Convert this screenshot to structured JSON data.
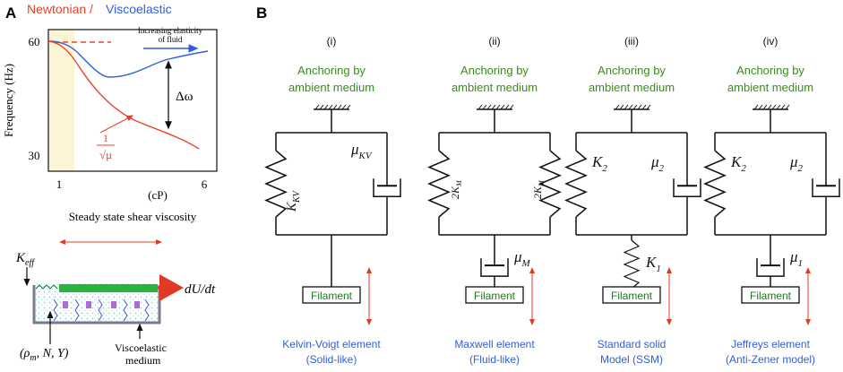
{
  "panel_a": {
    "letter": "A",
    "legend": {
      "newtonian": "Newtonian /",
      "viscoelastic": "Viscoelastic"
    },
    "plot": {
      "y_label": "Frequency (Hz)",
      "y_ticks": [
        "60",
        "30"
      ],
      "x_ticks": [
        "1",
        "6"
      ],
      "x_unit": "(cP)",
      "x_label": "Steady state shear viscosity",
      "arrow_note_line1": "Increasing elasticity",
      "arrow_note_line2": "of fluid",
      "delta_label": "Δω",
      "inv_sqrt_num": "1",
      "inv_sqrt_den": "√μ"
    },
    "schematic": {
      "k_label": "K",
      "k_sub": "eff",
      "du_label": "dU/dt",
      "params_label": "(ρ",
      "params_sub": "m",
      "params_rest": ", N, Y)",
      "medium_line1": "Viscoelastic",
      "medium_line2": "medium"
    }
  },
  "panel_b": {
    "letter": "B",
    "models": [
      {
        "roman": "(i)",
        "anchor_line1": "Anchoring by",
        "anchor_line2": "ambient medium",
        "spring_label": "K",
        "spring_sub": "KV",
        "dashpot_label": "μ",
        "dashpot_sub": "KV",
        "filament": "Filament",
        "name_line1": "Kelvin-Voigt element",
        "name_line2": "(Solid-like)"
      },
      {
        "roman": "(ii)",
        "anchor_line1": "Anchoring by",
        "anchor_line2": "ambient medium",
        "spring_left_label": "2K",
        "spring_left_sub": "M",
        "spring_right_label": "2K",
        "spring_right_sub": "M",
        "dashpot_label": "μ",
        "dashpot_sub": "M",
        "filament": "Filament",
        "name_line1": "Maxwell element",
        "name_line2": "(Fluid-like)"
      },
      {
        "roman": "(iii)",
        "anchor_line1": "Anchoring by",
        "anchor_line2": "ambient medium",
        "spring_label": "K",
        "spring_sub": "2",
        "dashpot_label": "μ",
        "dashpot_sub": "2",
        "series_spring_label": "K",
        "series_spring_sub": "1",
        "filament": "Filament",
        "name_line1": "Standard solid",
        "name_line2": "Model (SSM)"
      },
      {
        "roman": "(iv)",
        "anchor_line1": "Anchoring by",
        "anchor_line2": "ambient medium",
        "spring_label": "K",
        "spring_sub": "2",
        "dashpot_label": "μ",
        "dashpot_sub": "2",
        "series_dashpot_label": "μ",
        "series_dashpot_sub": "1",
        "filament": "Filament",
        "name_line1": "Jeffreys element",
        "name_line2": "(Anti-Zener model)"
      }
    ]
  },
  "colors": {
    "newtonian_red": "#e8432a",
    "viscoelastic_blue": "#2f5fdc",
    "anchor_green": "#3c8a1f",
    "model_name_blue": "#2f5fdc",
    "arrow_red": "#e03a22",
    "shade_yellow": "#fbf5d6",
    "filament_green": "#27b53c"
  }
}
